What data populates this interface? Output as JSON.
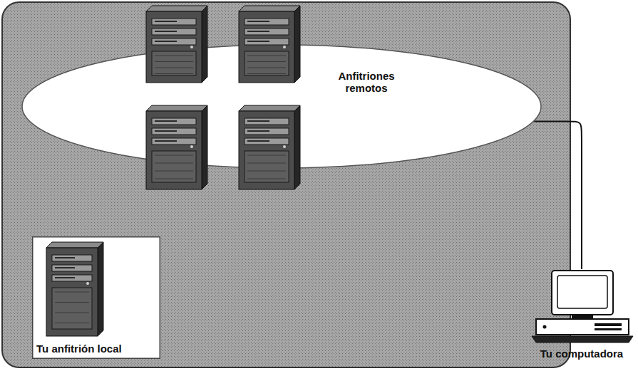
{
  "diagram": {
    "nodes": [
      {
        "text": [
          "Anfitriones remotos"
        ]
      },
      {
        "text": [
          "Tu anfitrión local"
        ]
      },
      {
        "text": [
          "Tu computadora"
        ]
      }
    ],
    "edges": [
      {
        "from": 0,
        "to": 2,
        "arrow": "none"
      }
    ]
  }
}
